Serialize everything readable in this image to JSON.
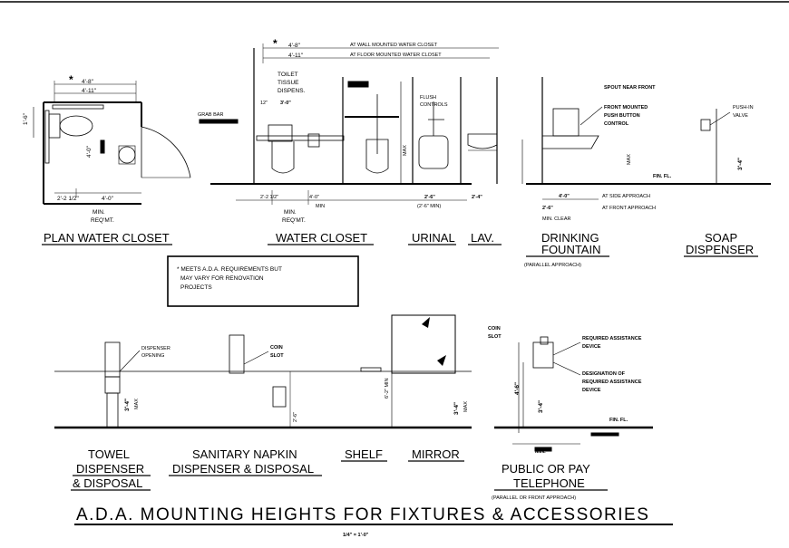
{
  "title": "A.D.A. MOUNTING HEIGHTS FOR FIXTURES & ACCESSORIES",
  "scale": "1/4\" = 1'-0\"",
  "note": [
    "* MEETS A.D.A. REQUIREMENTS BUT",
    "MAY VARY FOR RENOVATION",
    "PROJECTS"
  ],
  "captions": {
    "plan_water_closet": "PLAN WATER CLOSET",
    "water_closet": "WATER CLOSET",
    "urinal": "URINAL",
    "lav": "LAV.",
    "drinking_fountain_1": "DRINKING",
    "drinking_fountain_2": "FOUNTAIN",
    "drinking_fountain_sub": "(PARALLEL APPROACH)",
    "soap_1": "SOAP",
    "soap_2": "DISPENSER",
    "towel_1": "TOWEL",
    "towel_2": "DISPENSER",
    "towel_3": "& DISPOSAL",
    "napkin_1": "SANITARY NAPKIN",
    "napkin_2": "DISPENSER & DISPOSAL",
    "shelf": "SHELF",
    "mirror": "MIRROR",
    "phone_1": "PUBLIC OR PAY",
    "phone_2": "TELEPHONE",
    "phone_sub": "(PARALLEL OR FRONT APPROACH)"
  },
  "labels": {
    "plan_dim_1": "4'-8\"",
    "plan_dim_2": "4'-11\"",
    "plan_dim_side": "1'-6\"",
    "plan_dim_40": "4'-0\"",
    "plan_dim_22": "2'-2 1/2\"",
    "plan_min_1": "MIN.",
    "plan_min_2": "REQ'MT.",
    "wc_dim_1": "4'-8\"",
    "wc_dim_2": "4'-11\"",
    "wc_note_1": "AT WALL MOUNTED WATER CLOSET",
    "wc_note_2": "AT FLOOR MOUNTED WATER CLOSET",
    "grab_bar": "GRAB BAR",
    "toilet_tissue_1": "TOILET",
    "toilet_tissue_2": "TISSUE",
    "toilet_tissue_3": "DISPENS.",
    "flush_1": "FLUSH",
    "flush_2": "CONTROLS",
    "wc_dim_12": "12\"",
    "wc_dim_36": "3'-0\"",
    "wc_dim_40": "4'-0\"",
    "wc_dim_22": "2'-2 1/2\"",
    "wc_min": "MIN",
    "wc_min_1": "MIN.",
    "wc_min_2": "REQ'MT.",
    "urinal_min": "(2'-6\" MIN)",
    "urinal_dim": "2'-6\"",
    "lav_dim": "2'-4\"",
    "fountain_spout": "SPOUT NEAR FRONT",
    "fountain_ctrl_1": "FRONT MOUNTED",
    "fountain_ctrl_2": "PUSH BUTTON",
    "fountain_ctrl_3": "CONTROL",
    "fin_fl": "FIN. FL.",
    "side_approach": "AT SIDE APPROACH",
    "front_approach": "AT FRONT APPROACH",
    "fountain_dim_1": "4'-0\"",
    "fountain_dim_2": "2'-6\"",
    "min_clear": "MIN. CLEAR",
    "push_in_1": "PUSH-IN",
    "push_in_2": "VALVE",
    "soap_dim": "3'-4\"",
    "max": "MAX",
    "max2": "MAX",
    "max3": "MAX",
    "max4": "MAX",
    "dispenser_opening_1": "DISPENSER",
    "dispenser_opening_2": "OPENING",
    "coin_slot_1": "COIN",
    "coin_slot_2": "SLOT",
    "towel_dim": "3'-4\"",
    "napkin_dim": "2'-6\"",
    "mirror_dim": "6'-2\" MIN",
    "mirror_dim2": "3'-4\"",
    "phone_coin_1": "COIN",
    "phone_coin_2": "SLOT",
    "phone_note_1": "REQUIRED ASSISTANCE",
    "phone_note_2": "DEVICE",
    "phone_note_3": "DESIGNATION OF",
    "phone_note_4": "REQUIRED ASSISTANCE",
    "phone_note_5": "DEVICE",
    "phone_dim_1": "4'-6\"",
    "phone_dim_2": "3'-4\"",
    "phone_fin": "FIN. FL.",
    "phone_min": "MIN."
  }
}
